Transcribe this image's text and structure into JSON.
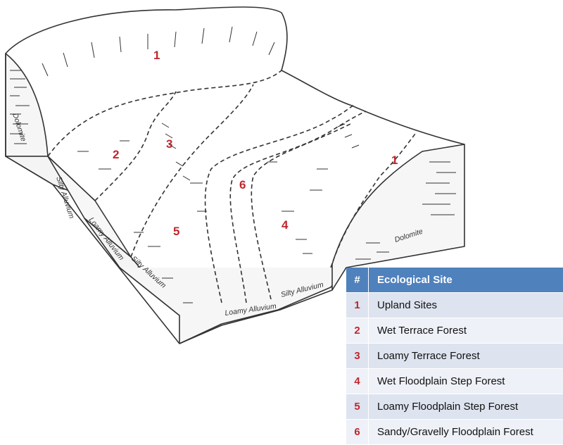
{
  "diagram": {
    "zone_labels": [
      "1",
      "2",
      "3",
      "5",
      "6",
      "4",
      "1"
    ],
    "bedrock_labels": [
      "Dolomite",
      "Dolomite"
    ],
    "alluvium_labels": [
      "Silty Alluvium",
      "Loamy Alluvium",
      "Silty Alluvium",
      "Loamy Alluvium",
      "Silty Alluvium"
    ]
  },
  "legend": {
    "header_num": "#",
    "header_site": "Ecological Site",
    "rows": [
      {
        "num": "1",
        "site": "Upland Sites"
      },
      {
        "num": "2",
        "site": "Wet Terrace Forest"
      },
      {
        "num": "3",
        "site": "Loamy Terrace Forest"
      },
      {
        "num": "4",
        "site": "Wet Floodplain Step Forest"
      },
      {
        "num": "5",
        "site": "Loamy Floodplain Step Forest"
      },
      {
        "num": "6",
        "site": "Sandy/Gravelly Floodplain Forest"
      }
    ]
  },
  "colors": {
    "header_bg": "#4f81bd",
    "row_odd_bg": "#dde3ef",
    "row_even_bg": "#eef1f7",
    "number_red": "#c0262d",
    "line_ink": "#333333"
  }
}
